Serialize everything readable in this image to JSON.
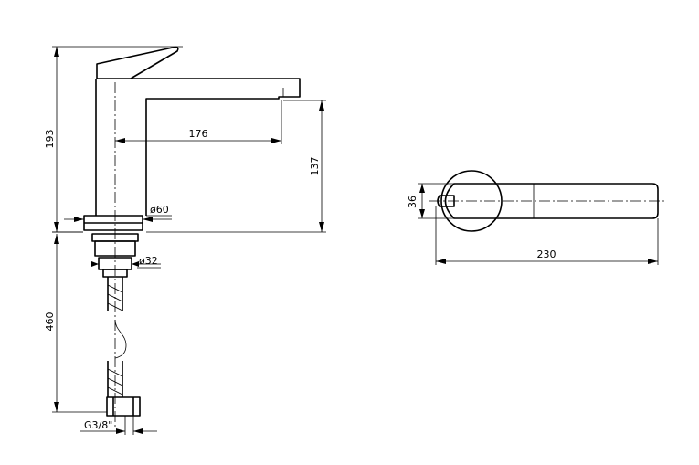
{
  "dimensions": {
    "total_height": "193",
    "spout_reach": "176",
    "outlet_height": "137",
    "base_diameter": "ø60",
    "shank_diameter": "ø32",
    "hose_length": "460",
    "connection_thread": "G3/8\"",
    "handle_width": "36",
    "top_view_length": "230"
  }
}
